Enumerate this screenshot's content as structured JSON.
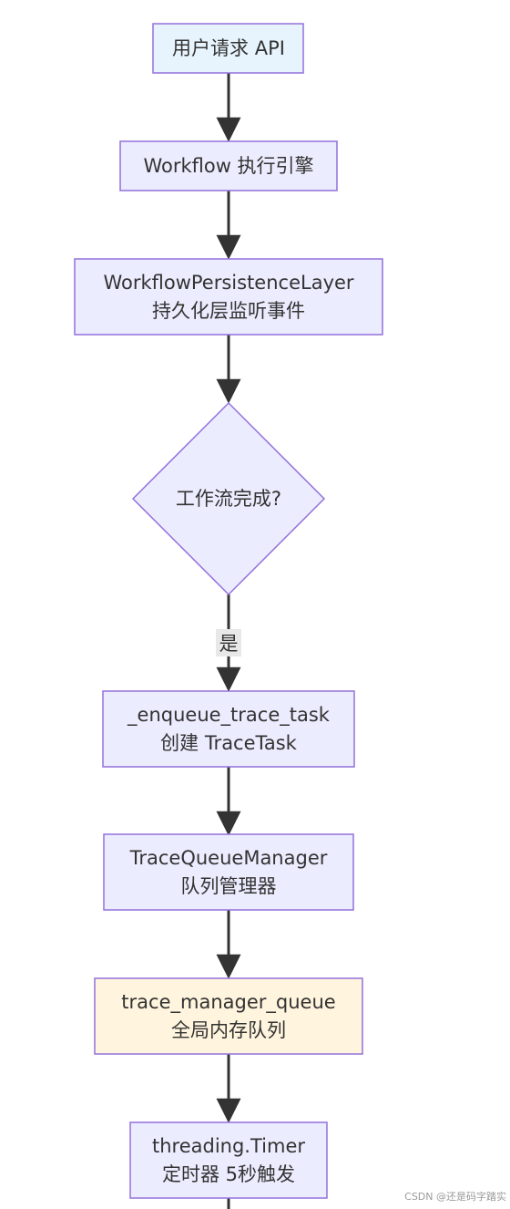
{
  "flowchart": {
    "nodes": {
      "user_request": {
        "lines": [
          "用户请求 API"
        ],
        "fill": "#e8f4fd",
        "stroke": "#9370db"
      },
      "workflow_engine": {
        "lines": [
          "Workflow 执行引擎"
        ],
        "fill": "#ececff",
        "stroke": "#9370db"
      },
      "persistence_layer": {
        "lines": [
          "WorkflowPersistenceLayer",
          "持久化层监听事件"
        ],
        "fill": "#ececff",
        "stroke": "#9370db"
      },
      "workflow_done": {
        "lines": [
          "工作流完成?"
        ],
        "fill": "#ececff",
        "stroke": "#9370db"
      },
      "enqueue_trace_task": {
        "lines": [
          "_enqueue_trace_task",
          "创建 TraceTask"
        ],
        "fill": "#ececff",
        "stroke": "#9370db"
      },
      "trace_queue_manager": {
        "lines": [
          "TraceQueueManager",
          "队列管理器"
        ],
        "fill": "#ececff",
        "stroke": "#9370db"
      },
      "trace_manager_queue": {
        "lines": [
          "trace_manager_queue",
          "全局内存队列"
        ],
        "fill": "#fff4dd",
        "stroke": "#9370db"
      },
      "threading_timer": {
        "lines": [
          "threading.Timer",
          "定时器 5秒触发"
        ],
        "fill": "#ececff",
        "stroke": "#9370db"
      }
    },
    "edges": [
      {
        "from": "user_request",
        "to": "workflow_engine",
        "label": ""
      },
      {
        "from": "workflow_engine",
        "to": "persistence_layer",
        "label": ""
      },
      {
        "from": "persistence_layer",
        "to": "workflow_done",
        "label": ""
      },
      {
        "from": "workflow_done",
        "to": "enqueue_trace_task",
        "label": "是"
      },
      {
        "from": "enqueue_trace_task",
        "to": "trace_queue_manager",
        "label": ""
      },
      {
        "from": "trace_queue_manager",
        "to": "trace_manager_queue",
        "label": ""
      },
      {
        "from": "trace_manager_queue",
        "to": "threading_timer",
        "label": ""
      },
      {
        "from": "threading_timer",
        "to": "",
        "label": ""
      }
    ],
    "line_color": "#333333"
  },
  "watermark": "CSDN @还是码字踏实"
}
